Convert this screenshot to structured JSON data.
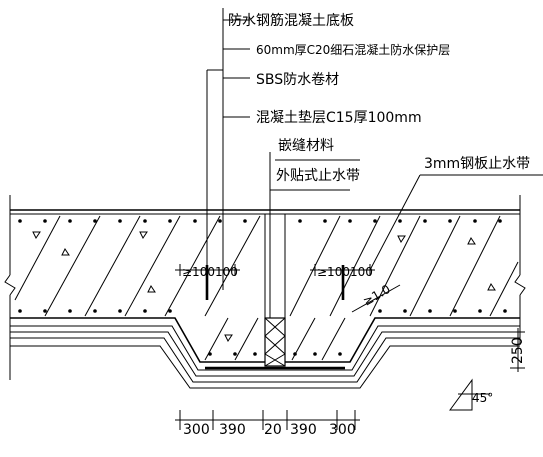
{
  "labels": {
    "layer_1": "防水钢筋混凝土底板",
    "layer_2": "60mm厚C20细石混凝土防水保护层",
    "layer_3": "SBS防水卷材",
    "layer_4": "混凝土垫层C15厚100mm",
    "joint_filler": "嵌缝材料",
    "external_waterstop": "外贴式止水带",
    "steel_waterstop": "3mm钢板止水带"
  },
  "small_dims": {
    "left_a": "≥100",
    "left_b": "100",
    "right_a": "≥100",
    "right_b": "100",
    "slope_len": "≥1.0"
  },
  "dims": {
    "d1": "300",
    "d2": "390",
    "d3": "20",
    "d4": "390",
    "d5": "300",
    "height": "250",
    "angle": "45°"
  }
}
